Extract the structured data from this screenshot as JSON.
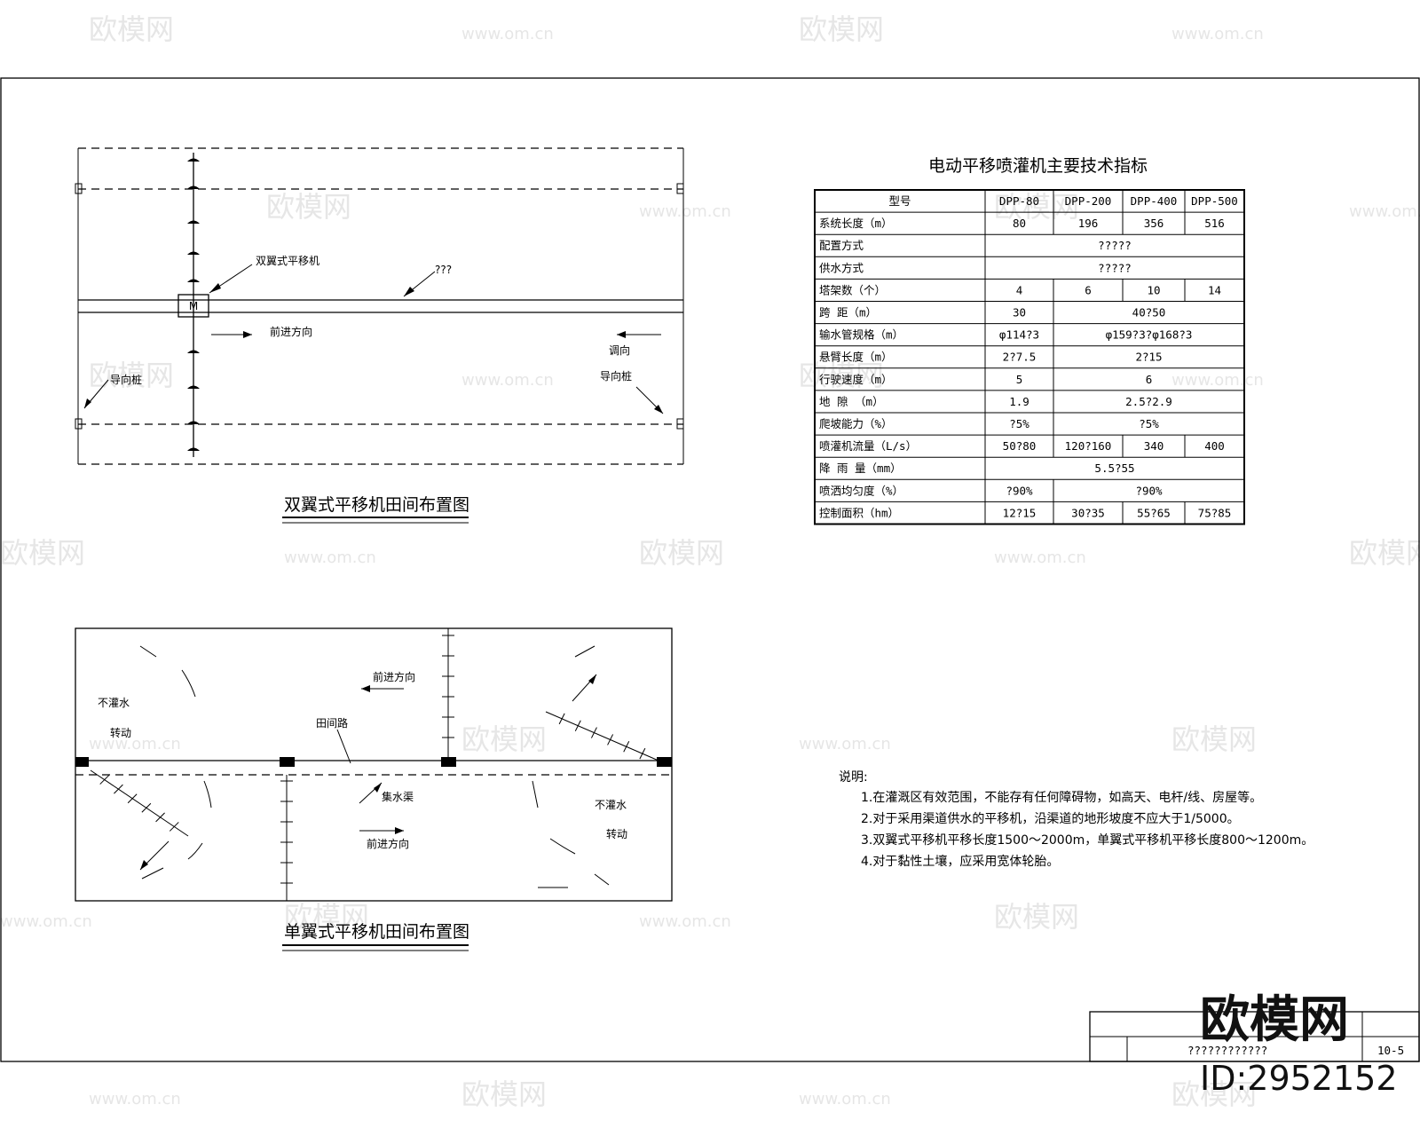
{
  "watermark": {
    "brand": "欧模网",
    "url": "www.om.cn",
    "big_brand": "欧模网",
    "id_label": "ID:2952152"
  },
  "double_wing": {
    "title": "双翼式平移机田间布置图",
    "label_machine": "双翼式平移机",
    "label_pipe": "???",
    "label_forward": "前进方向",
    "label_turn": "调向",
    "label_pile_left": "导向桩",
    "label_pile_right": "导向桩",
    "motor": "M"
  },
  "single_wing": {
    "title": "单翼式平移机田间布置图",
    "label_forward_top": "前进方向",
    "label_field_road": "田间路",
    "label_no_irr_left": "不灌水",
    "label_turn_left": "转动",
    "label_no_irr_right": "不灌水",
    "label_turn_right": "转动",
    "label_hydrant": "集水渠",
    "label_forward_bottom": "前进方向"
  },
  "spec_table": {
    "title": "电动平移喷灌机主要技术指标",
    "header": [
      "型号",
      "DPP-80",
      "DPP-200",
      "DPP-400",
      "DPP-500"
    ],
    "rows": [
      {
        "label": "系统长度（m）",
        "cells": [
          "80",
          "196",
          "356",
          "516"
        ]
      },
      {
        "label": "配置方式",
        "span": "?????"
      },
      {
        "label": "供水方式",
        "span": "?????"
      },
      {
        "label": "塔架数（个）",
        "cells": [
          "4",
          "6",
          "10",
          "14"
        ]
      },
      {
        "label": "跨    距（m）",
        "cells": [
          "30",
          "40?50"
        ]
      },
      {
        "label": "输水管规格（m）",
        "cells": [
          "φ114?3",
          "φ159?3?φ168?3"
        ]
      },
      {
        "label": "悬臂长度（m）",
        "cells": [
          "2?7.5",
          "2?15"
        ]
      },
      {
        "label": "行驶速度（m）",
        "cells": [
          "5",
          "6"
        ]
      },
      {
        "label": "地    隙    （m）",
        "cells": [
          "1.9",
          "2.5?2.9"
        ]
      },
      {
        "label": "爬坡能力（%）",
        "cells": [
          "?5%",
          "?5%"
        ]
      },
      {
        "label": "喷灌机流量（L/s）",
        "cells": [
          "50?80",
          "120?160",
          "340",
          "400"
        ]
      },
      {
        "label": "降    雨    量（mm）",
        "span": "5.5?55"
      },
      {
        "label": "喷洒均匀度（%）",
        "cells": [
          "?90%",
          "?90%"
        ]
      },
      {
        "label": "控制面积（hm）",
        "cells": [
          "12?15",
          "30?35",
          "55?65",
          "75?85"
        ]
      }
    ]
  },
  "notes": {
    "heading": "说明:",
    "items": [
      "1.在灌溉区有效范围，不能存有任何障碍物，如高天、电杆/线、房屋等。",
      "2.对于采用渠道供水的平移机，沿渠道的地形坡度不应大于1/5000。",
      "3.双翼式平移机平移长度1500～2000m，单翼式平移机平移长度800～1200m。",
      "4.对于黏性土壤，应采用宽体轮胎。"
    ]
  },
  "title_block": {
    "name": "????????????",
    "sheet": "10-5"
  }
}
